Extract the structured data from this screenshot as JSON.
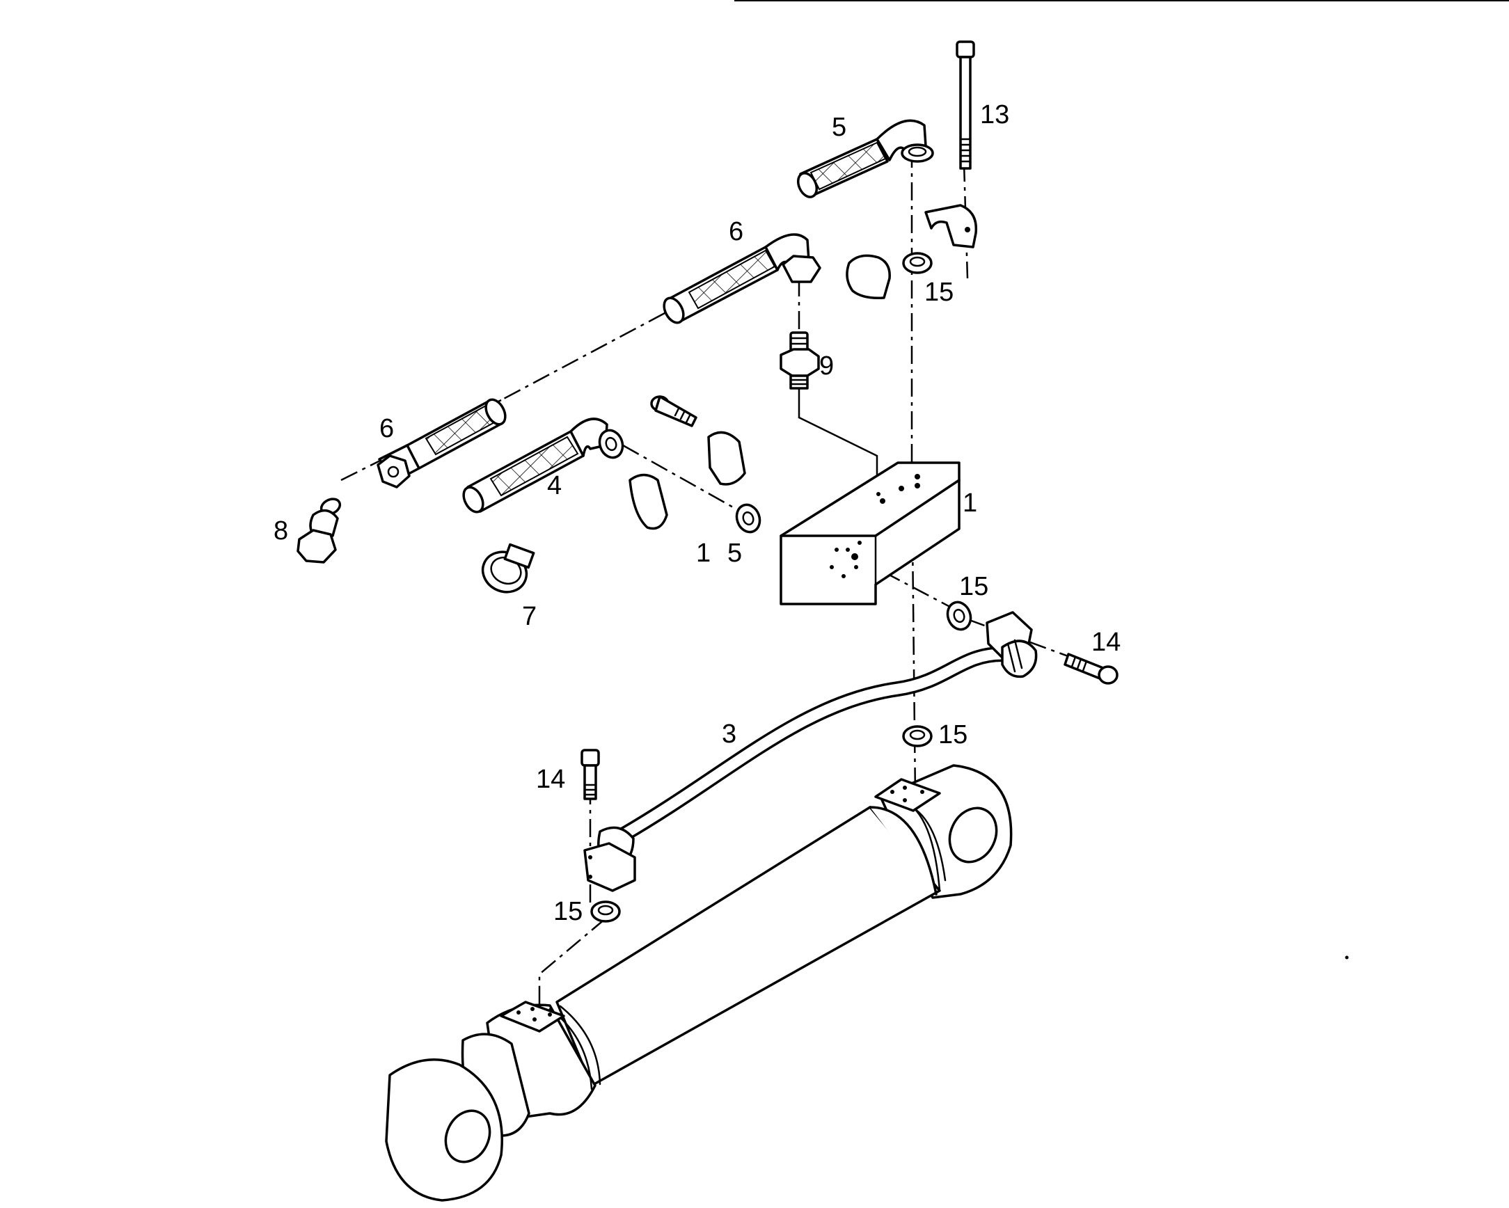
{
  "diagram": {
    "callouts": {
      "manifold": "1",
      "manifold_seal": "1",
      "pipe": "3",
      "hose_left": "4",
      "hose_top": "5",
      "seal_mid": "5",
      "hose_upper": "6",
      "hose_lower": "6",
      "clamp": "7",
      "elbow": "8",
      "adapter": "9",
      "bolt_long": "13",
      "bolt_right": "14",
      "bolt_left": "14",
      "seal_top": "15",
      "seal_right": "15",
      "seal_cyl": "15",
      "seal_bottom": "15"
    }
  }
}
